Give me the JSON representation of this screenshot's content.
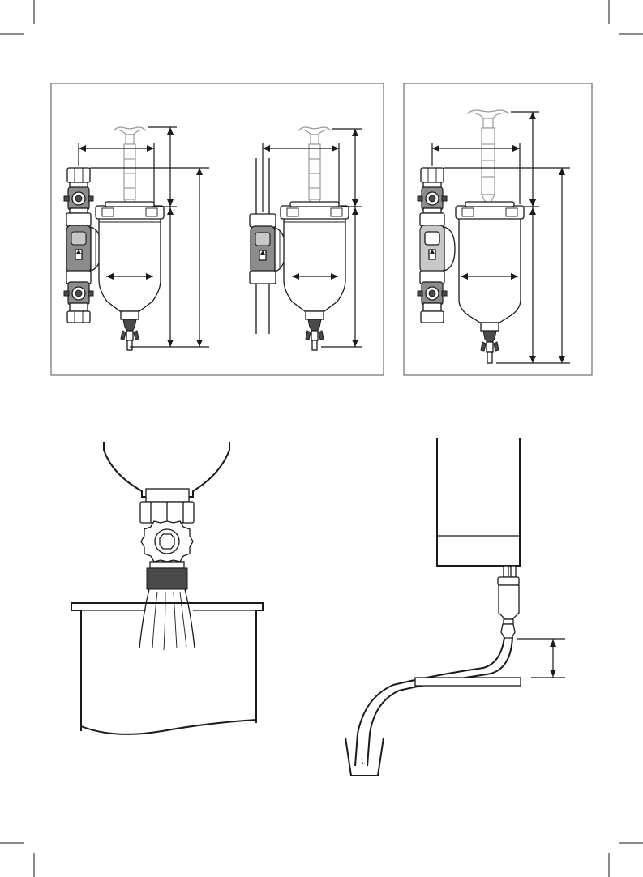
{
  "figure": {
    "panels": [
      {
        "id": "filter-with-valves"
      },
      {
        "id": "filter-inline-pipe"
      },
      {
        "id": "filter-tall-variant"
      },
      {
        "id": "draining-into-bucket"
      },
      {
        "id": "draining-via-hose"
      }
    ]
  },
  "colors": {
    "line": "#1a1a1a",
    "frame": "#6d6d6d",
    "valve_body": "#8c8c8c",
    "ghost_magnet": "#9a9a9a"
  }
}
